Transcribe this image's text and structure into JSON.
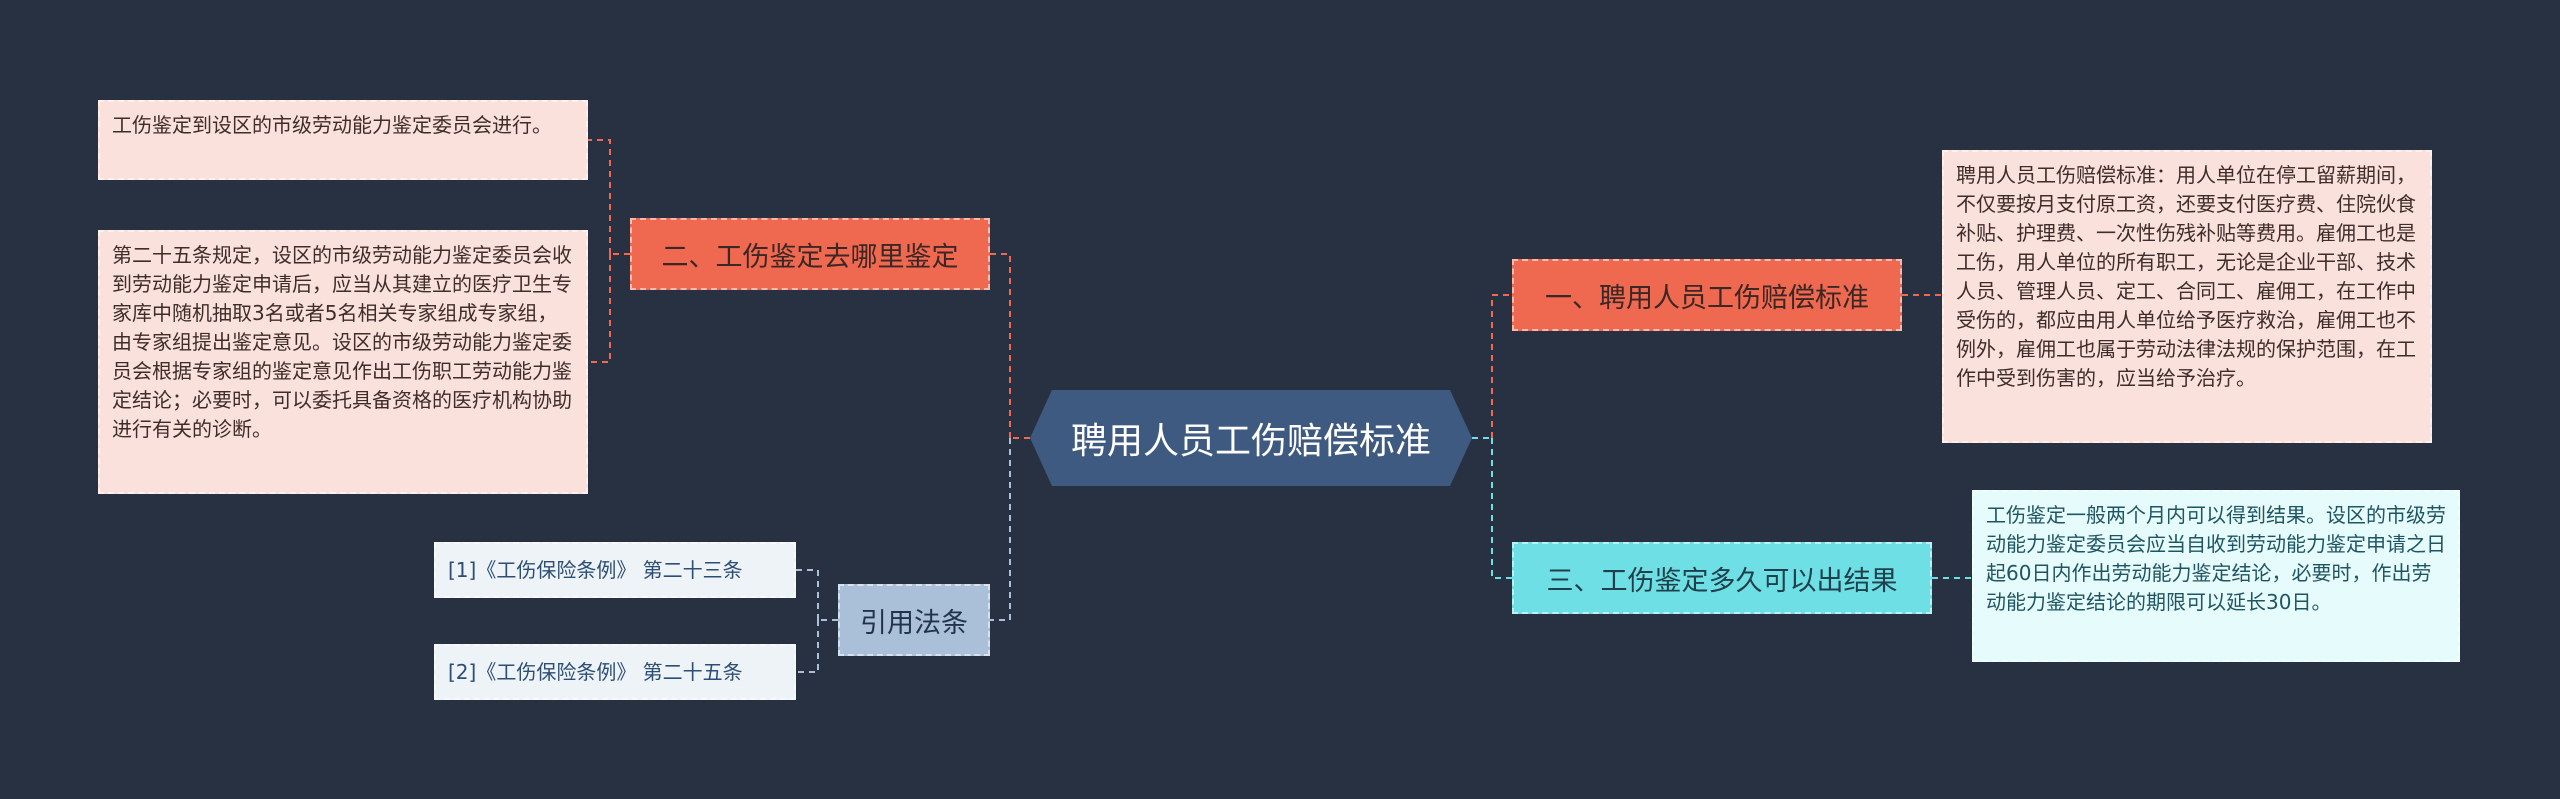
{
  "root": {
    "label": "聘用人员工伤赔偿标准"
  },
  "branches": {
    "b1": {
      "label": "一、聘用人员工伤赔偿标准",
      "leaf": "聘用人员工伤赔偿标准：用人单位在停工留薪期间，不仅要按月支付原工资，还要支付医疗费、住院伙食补贴、护理费、一次性伤残补贴等费用。雇佣工也是工伤，用人单位的所有职工，无论是企业干部、技术人员、管理人员、定工、合同工、雇佣工，在工作中受伤的，都应由用人单位给予医疗救治，雇佣工也不例外，雇佣工也属于劳动法律法规的保护范围，在工作中受到伤害的，应当给予治疗。"
    },
    "b2": {
      "label": "二、工伤鉴定去哪里鉴定",
      "leaf1": "工伤鉴定到设区的市级劳动能力鉴定委员会进行。",
      "leaf2": "第二十五条规定，设区的市级劳动能力鉴定委员会收到劳动能力鉴定申请后，应当从其建立的医疗卫生专家库中随机抽取3名或者5名相关专家组成专家组，由专家组提出鉴定意见。设区的市级劳动能力鉴定委员会根据专家组的鉴定意见作出工伤职工劳动能力鉴定结论；必要时，可以委托具备资格的医疗机构协助进行有关的诊断。"
    },
    "b3": {
      "label": "三、工伤鉴定多久可以出结果",
      "leaf": "工伤鉴定一般两个月内可以得到结果。设区的市级劳动能力鉴定委员会应当自收到劳动能力鉴定申请之日起60日内作出劳动能力鉴定结论，必要时，作出劳动能力鉴定结论的期限可以延长30日。"
    },
    "refs": {
      "label": "引用法条",
      "items": [
        "[1]《工伤保险条例》 第二十三条",
        "[2]《工伤保险条例》 第二十五条"
      ]
    }
  },
  "colors": {
    "background": "#283142",
    "root": "#3f5a80",
    "red_branch": "#ef6850",
    "red_leaf": "#fbe1dc",
    "cyan_branch": "#6fdfe6",
    "cyan_leaf": "#e6fbfb",
    "blue_branch": "#a9c0d8",
    "blue_leaf": "#eef3f8"
  }
}
